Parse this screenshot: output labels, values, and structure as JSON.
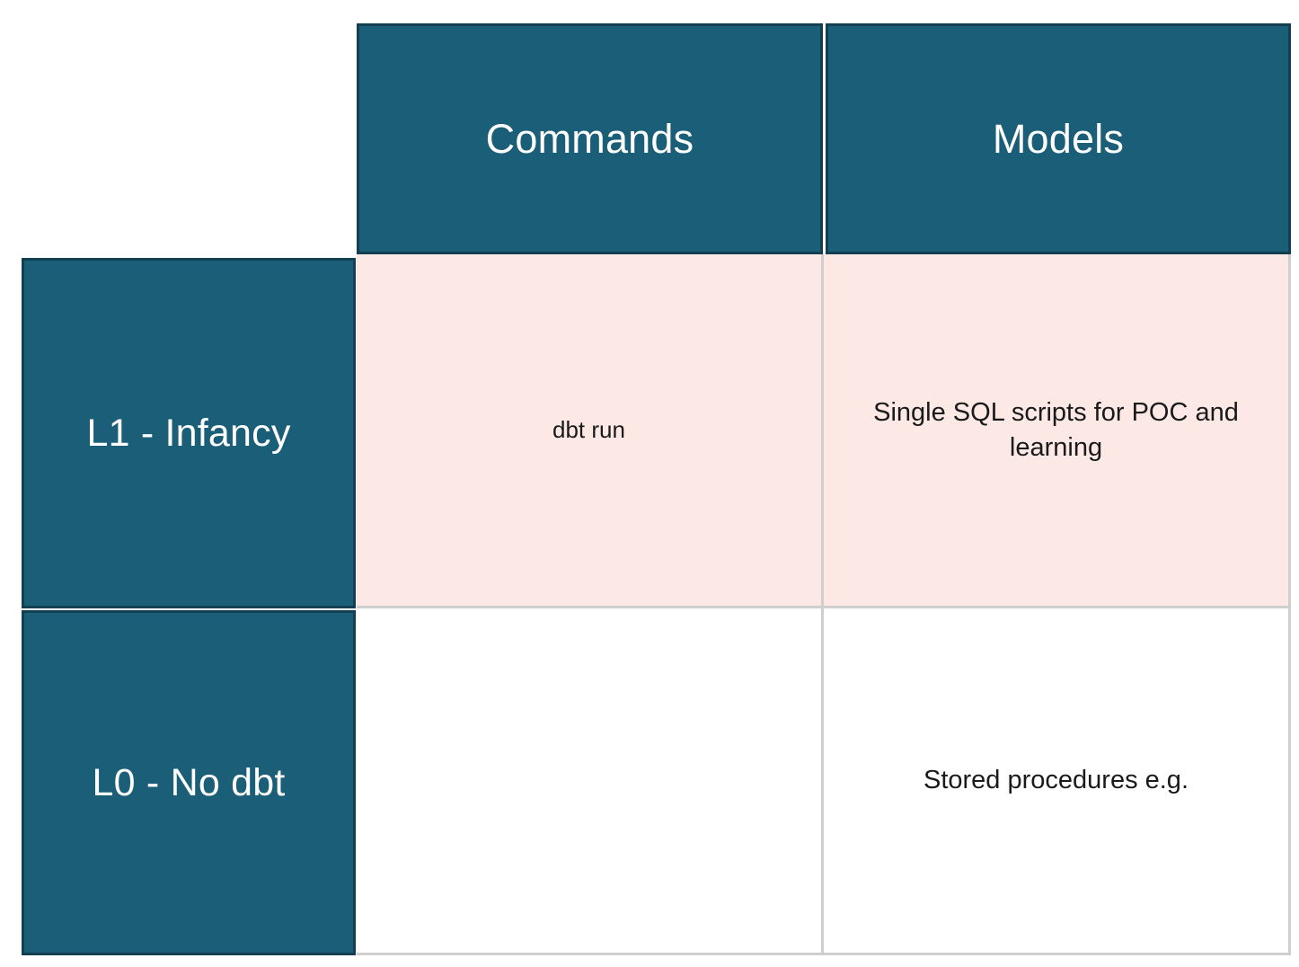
{
  "matrix": {
    "corner_cell": "",
    "columns": [
      {
        "id": "commands",
        "label": "Commands"
      },
      {
        "id": "models",
        "label": "Models"
      }
    ],
    "rows": [
      {
        "id": "l1",
        "label": "L1 - Infancy",
        "cells": {
          "commands": "dbt run",
          "models": "Single SQL scripts for POC and learning"
        }
      },
      {
        "id": "l0",
        "label": "L0 - No dbt",
        "cells": {
          "commands": "",
          "models": "Stored procedures e.g."
        }
      }
    ]
  },
  "colors": {
    "header_teal": "#1a5e78",
    "header_teal_border": "#123f51",
    "row_l1_fill": "#fce9e6",
    "row_l0_fill": "#ffffff",
    "grid_line": "#cfcfcf",
    "header_text": "#ffffff",
    "body_text": "#1a1a1a"
  }
}
